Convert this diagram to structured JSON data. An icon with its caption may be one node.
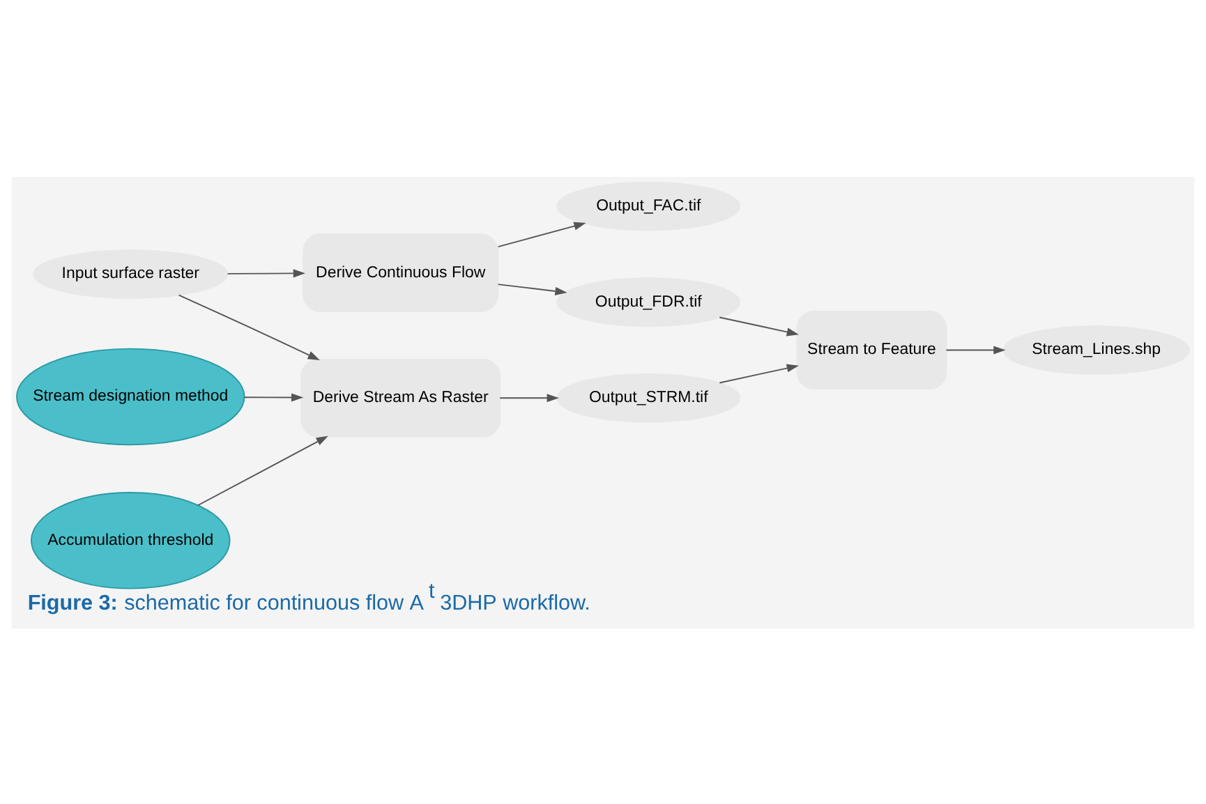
{
  "diagram": {
    "caption": "**Figure 3:** schematic for continuous flow A$^{t}$ 3DHP workflow.",
    "nodes": [
      {
        "text": [
          "Input surface raster"
        ]
      },
      {
        "text": [
          "Derive Continuous Flow"
        ]
      },
      {
        "text": [
          "Output_FAC.tif"
        ]
      },
      {
        "text": [
          "Derive Stream As Raster"
        ]
      },
      {
        "text": [
          "Output_STRM.tif"
        ]
      },
      {
        "text": [
          "Output_FDR.tif"
        ]
      },
      {
        "text": [
          "Stream designation method"
        ]
      },
      {
        "text": [
          "Accumulation threshold"
        ]
      },
      {
        "text": [
          "Stream to Feature"
        ]
      },
      {
        "text": [
          "Stream_Lines.shp"
        ]
      }
    ],
    "edges": [
      {
        "from": 0,
        "to": 1,
        "arrow": "to"
      },
      {
        "from": 0,
        "to": 3,
        "arrow": "to"
      },
      {
        "from": 1,
        "to": 2,
        "arrow": "to"
      },
      {
        "from": 1,
        "to": 5,
        "arrow": "to"
      },
      {
        "from": 3,
        "to": 4,
        "arrow": "to"
      },
      {
        "from": 6,
        "to": 3,
        "arrow": "to"
      },
      {
        "from": 7,
        "to": 3,
        "arrow": "to"
      },
      {
        "from": 4,
        "to": 8,
        "arrow": "to"
      },
      {
        "from": 5,
        "to": 8,
        "arrow": "to"
      },
      {
        "from": 8,
        "to": 9,
        "arrow": "to"
      }
    ]
  }
}
